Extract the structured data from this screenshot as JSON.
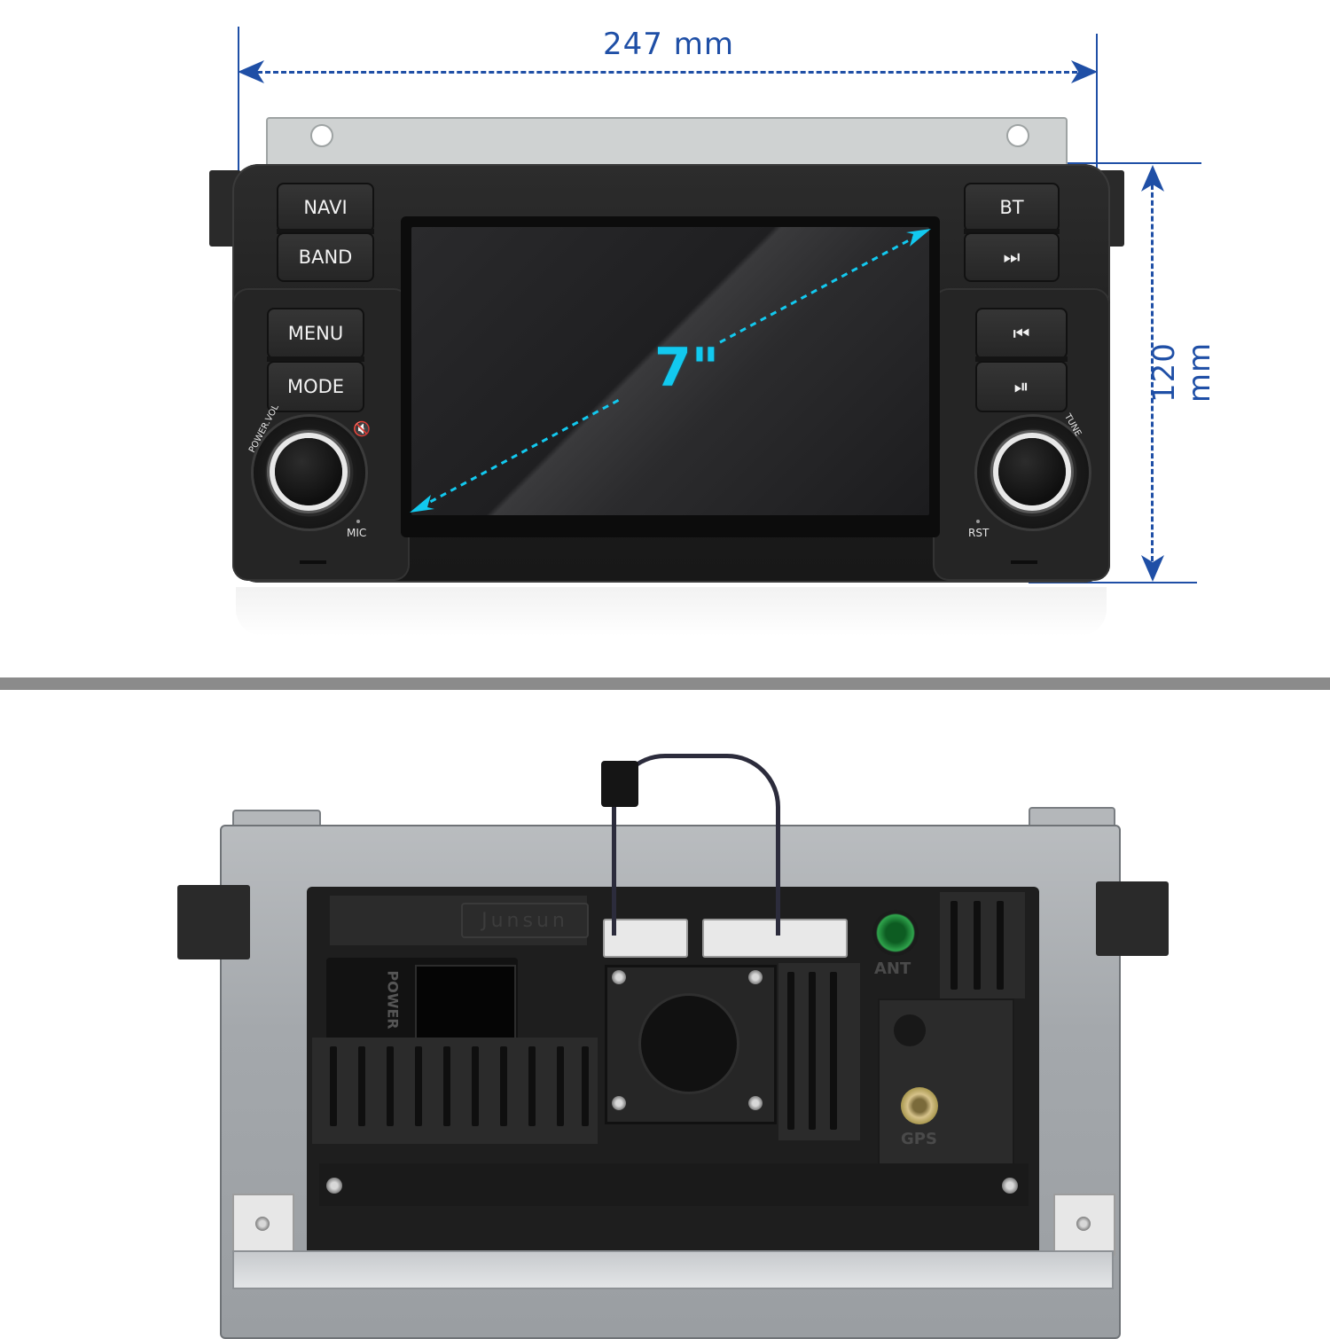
{
  "dimensions": {
    "width": "247 mm",
    "height": "120 mm"
  },
  "screen": {
    "size": "7\""
  },
  "front_buttons": {
    "navi": "NAVI",
    "band": "BAND",
    "menu": "MENU",
    "mode": "MODE",
    "bt": "BT",
    "next": "⏭",
    "prev": "⏮",
    "play_pause": "⏯"
  },
  "front_labels": {
    "power_vol": "POWER.VOL",
    "mute": "🔇",
    "mic": "MIC",
    "rst": "RST",
    "tune": "TUNE"
  },
  "rear_labels": {
    "brand": "Junsun",
    "power": "POWER",
    "ant": "ANT",
    "gps": "GPS"
  },
  "colors": {
    "dimension": "#1f4fa6",
    "screen_size": "#12c9ef",
    "separator": "#8b8b8b"
  }
}
